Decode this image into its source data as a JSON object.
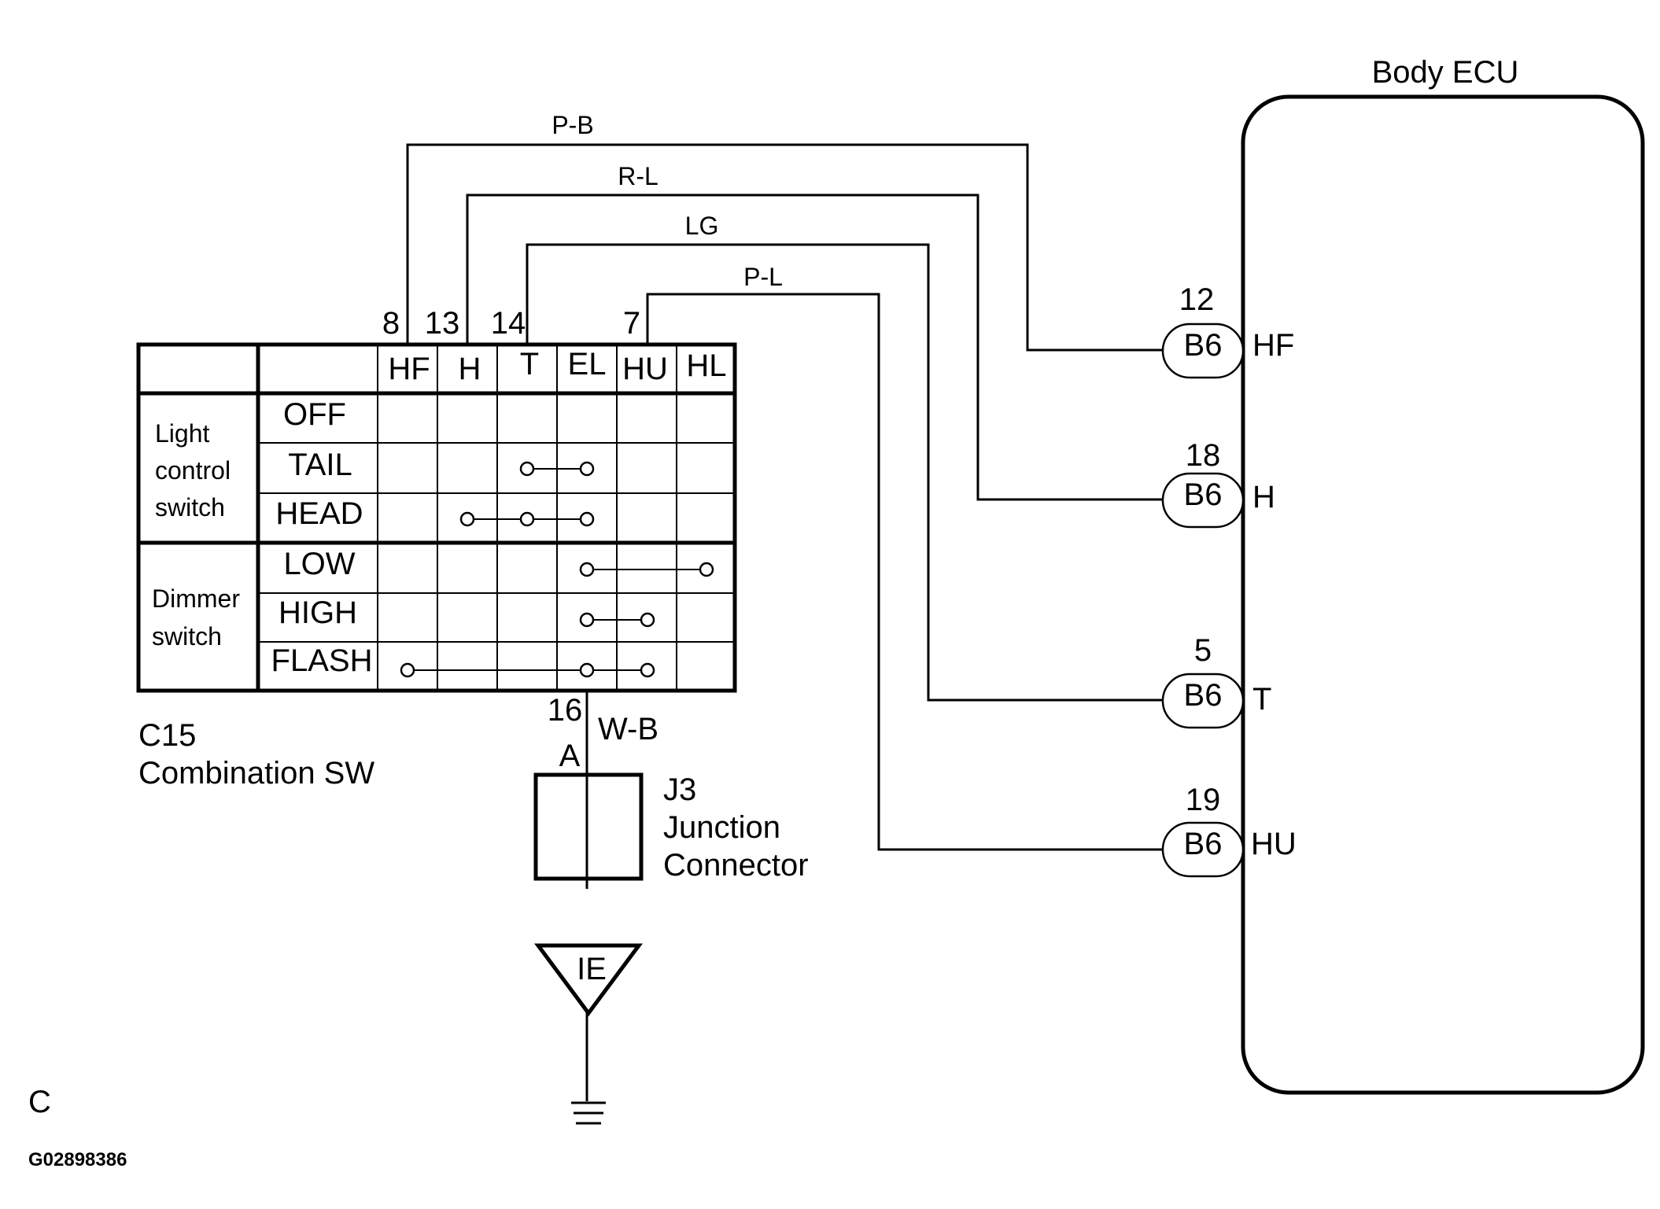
{
  "ecu": {
    "title": "Body ECU"
  },
  "switch_table": {
    "columns": [
      "HF",
      "H",
      "T",
      "EL",
      "HU",
      "HL"
    ],
    "pin_numbers": [
      "8",
      "13",
      "14",
      "",
      "7",
      ""
    ],
    "groups": [
      {
        "label_lines": [
          "Light",
          "control",
          "switch"
        ],
        "rows": [
          "OFF",
          "TAIL",
          "HEAD"
        ]
      },
      {
        "label_lines": [
          "Dimmer",
          "switch"
        ],
        "rows": [
          "LOW",
          "HIGH",
          "FLASH"
        ]
      }
    ],
    "continuity": [
      {
        "row": "OFF",
        "terminals": []
      },
      {
        "row": "TAIL",
        "terminals": [
          "T",
          "EL"
        ]
      },
      {
        "row": "HEAD",
        "terminals": [
          "H",
          "T",
          "EL"
        ]
      },
      {
        "row": "LOW",
        "terminals": [
          "EL",
          "HL"
        ]
      },
      {
        "row": "HIGH",
        "terminals": [
          "EL",
          "HU"
        ]
      },
      {
        "row": "FLASH",
        "terminals": [
          "HF",
          "EL",
          "HU"
        ]
      }
    ]
  },
  "combination_switch": {
    "code": "C15",
    "name": "Combination SW"
  },
  "wires": [
    {
      "color": "P-B",
      "from_terminal": "HF"
    },
    {
      "color": "R-L",
      "from_terminal": "H"
    },
    {
      "color": "LG",
      "from_terminal": "T"
    },
    {
      "color": "P-L",
      "from_terminal": "HU"
    }
  ],
  "ecu_pins": [
    {
      "connector": "B6",
      "pin": "12",
      "terminal": "HF"
    },
    {
      "connector": "B6",
      "pin": "18",
      "terminal": "H"
    },
    {
      "connector": "B6",
      "pin": "5",
      "terminal": "T"
    },
    {
      "connector": "B6",
      "pin": "19",
      "terminal": "HU"
    }
  ],
  "ground_path": {
    "pin": "16",
    "wire_color": "W-B",
    "junction_terminal": "A",
    "junction_lines": [
      "J3",
      "Junction",
      "Connector"
    ],
    "ground_point": "IE"
  },
  "corner_label": "C",
  "figure_code": "G02898386"
}
